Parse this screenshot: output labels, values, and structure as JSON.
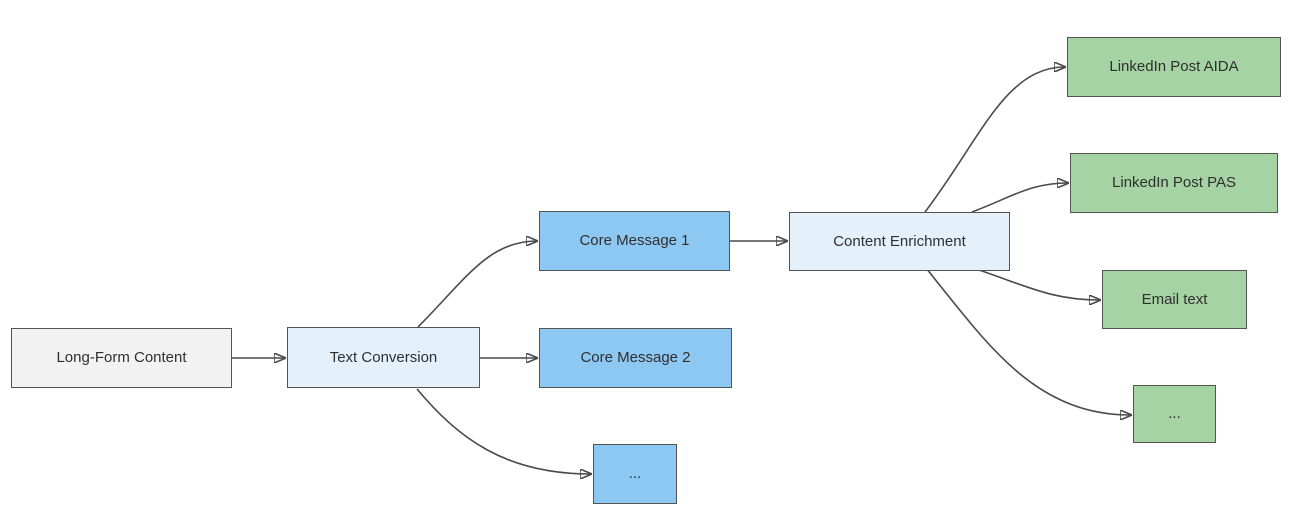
{
  "diagram": {
    "nodes": [
      {
        "id": "long-form-content",
        "label": "Long-Form Content",
        "fill": "#f2f2f2"
      },
      {
        "id": "text-conversion",
        "label": "Text Conversion",
        "fill": "#e4f1fb"
      },
      {
        "id": "core-message-1",
        "label": "Core Message 1",
        "fill": "#8dc8f3"
      },
      {
        "id": "core-message-2",
        "label": "Core Message 2",
        "fill": "#8dc8f3"
      },
      {
        "id": "core-message-more",
        "label": "...",
        "fill": "#8dc8f3"
      },
      {
        "id": "content-enrichment",
        "label": "Content Enrichment",
        "fill": "#e4f1fb"
      },
      {
        "id": "linkedin-post-aida",
        "label": "LinkedIn Post AIDA",
        "fill": "#a5d3a3"
      },
      {
        "id": "linkedin-post-pas",
        "label": "LinkedIn Post PAS",
        "fill": "#a5d3a3"
      },
      {
        "id": "email-text",
        "label": "Email text",
        "fill": "#a5d3a3"
      },
      {
        "id": "final-more",
        "label": "...",
        "fill": "#a5d3a3"
      }
    ],
    "edges": [
      {
        "from": "long-form-content",
        "to": "text-conversion"
      },
      {
        "from": "text-conversion",
        "to": "core-message-1"
      },
      {
        "from": "text-conversion",
        "to": "core-message-2"
      },
      {
        "from": "text-conversion",
        "to": "core-message-more"
      },
      {
        "from": "core-message-1",
        "to": "content-enrichment"
      },
      {
        "from": "content-enrichment",
        "to": "linkedin-post-aida"
      },
      {
        "from": "content-enrichment",
        "to": "linkedin-post-pas"
      },
      {
        "from": "content-enrichment",
        "to": "email-text"
      },
      {
        "from": "content-enrichment",
        "to": "final-more"
      }
    ],
    "palette": {
      "node_gray": "#f2f2f2",
      "node_light_blue": "#e4f1fb",
      "node_blue": "#8dc8f3",
      "node_green": "#a5d3a3",
      "node_border": "#545454",
      "arrow": "#4a4a4a",
      "text": "#2f2f2f",
      "background": "#ffffff"
    }
  }
}
